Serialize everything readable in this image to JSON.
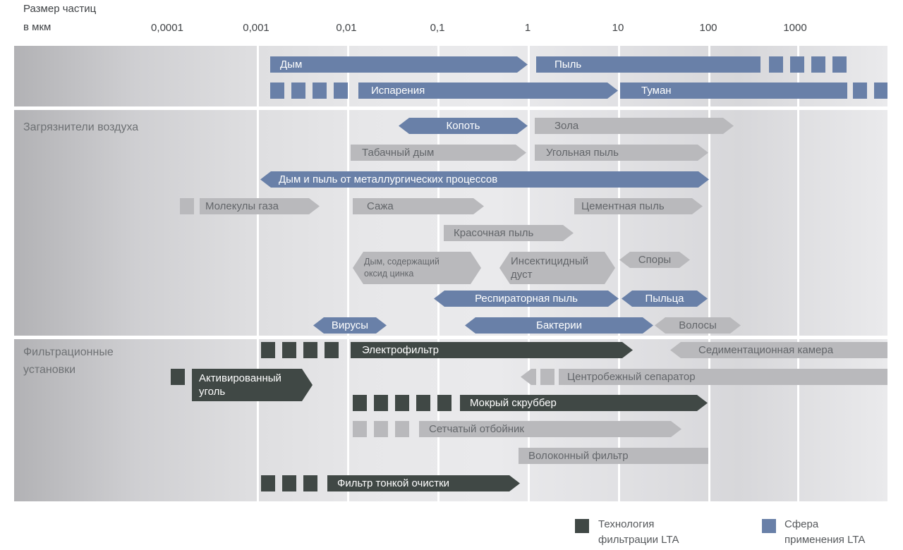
{
  "axis_title_lines": [
    "Размер частиц",
    "в мкм"
  ],
  "legend": {
    "dark": {
      "label": "Технология фильтрации LTA",
      "lines": [
        "Технология",
        "фильтрации LTA"
      ]
    },
    "blue": {
      "label": "Сфера применения LTA",
      "lines": [
        "Сфера",
        "применения LTA"
      ]
    }
  },
  "colors": {
    "lta_application_blue": "#6980a8",
    "lta_technology_dark": "#404845",
    "other_gray": "#b9b9bc",
    "band_gradient_dark": "#b2b2b5",
    "band_gradient_light": "#eaeaec",
    "text_on_gray": "#63666a"
  },
  "chart_data": {
    "type": "bar",
    "subtype": "horizontal log-scale particle-size range chart",
    "unit": "мкм",
    "x_scale": "log10",
    "x_ticks": [
      0.0001,
      0.001,
      0.01,
      0.1,
      1,
      10,
      100,
      1000
    ],
    "x_tick_labels": [
      "0,0001",
      "0,001",
      "0,01",
      "0,1",
      "1",
      "10",
      "100",
      "1000"
    ],
    "legend_position": "bottom-right",
    "groups": [
      {
        "name": "",
        "items": [
          {
            "label": "Дым",
            "style": "blue",
            "solid_um": [
              0.001,
              1
            ]
          },
          {
            "label": "Пыль",
            "style": "blue",
            "solid_um": [
              1,
              400
            ],
            "dashed_um": [
              400,
              3500
            ],
            "dashed": "end"
          },
          {
            "label": "Испарения",
            "style": "blue",
            "dashed_um": [
              0.001,
              0.01
            ],
            "solid_um": [
              0.01,
              10
            ],
            "dashed": "start"
          },
          {
            "label": "Туман",
            "style": "blue",
            "solid_um": [
              10,
              3500
            ],
            "dashed_um": [
              3500,
              10000
            ],
            "dashed": "end"
          }
        ]
      },
      {
        "name": "Загрязнители воздуха",
        "items": [
          {
            "label": "Копоть",
            "style": "blue",
            "solid_um": [
              0.04,
              1
            ]
          },
          {
            "label": "Зола",
            "style": "gray",
            "solid_um": [
              1,
              200
            ]
          },
          {
            "label": "Табачный дым",
            "style": "gray",
            "solid_um": [
              0.01,
              1
            ]
          },
          {
            "label": "Угольная пыль",
            "style": "gray",
            "solid_um": [
              1,
              100
            ]
          },
          {
            "label": "Дым и пыль от металлургических процессов",
            "style": "blue",
            "solid_um": [
              0.001,
              100
            ]
          },
          {
            "label": "Молекулы газа",
            "style": "gray",
            "dashed_um": [
              0.00013,
              0.0002
            ],
            "solid_um": [
              0.0002,
              0.005
            ],
            "dashed": "start"
          },
          {
            "label": "Сажа",
            "style": "gray",
            "solid_um": [
              0.01,
              0.33
            ]
          },
          {
            "label": "Цементная пыль",
            "style": "gray",
            "solid_um": [
              3,
              85
            ]
          },
          {
            "label": "Красочная пыль",
            "style": "gray",
            "solid_um": [
              0.12,
              3.2
            ]
          },
          {
            "label": "Дым, содержащий оксид цинка",
            "label_lines": [
              "Дым, содержащий",
              "оксид цинка"
            ],
            "style": "gray",
            "solid_um": [
              0.012,
              0.3
            ]
          },
          {
            "label": "Инсектицидный дуст",
            "label_lines": [
              "Инсектицидный",
              "дуст"
            ],
            "style": "gray",
            "solid_um": [
              0.5,
              9
            ]
          },
          {
            "label": "Споры",
            "style": "gray",
            "solid_um": [
              10,
              60
            ]
          },
          {
            "label": "Респираторная пыль",
            "style": "blue",
            "solid_um": [
              0.09,
              10
            ]
          },
          {
            "label": "Пыльца",
            "style": "blue",
            "solid_um": [
              11,
              95
            ]
          },
          {
            "label": "Вирусы",
            "style": "blue",
            "solid_um": [
              0.004,
              0.027
            ]
          },
          {
            "label": "Бактерии",
            "style": "blue",
            "solid_um": [
              0.2,
              25
            ]
          },
          {
            "label": "Волосы",
            "style": "gray",
            "solid_um": [
              25,
              230
            ]
          }
        ]
      },
      {
        "name": "Фильтрационные установки",
        "name_lines": [
          "Фильтрационные",
          "установки"
        ],
        "items": [
          {
            "label": "Электрофильтр",
            "style": "dark",
            "dashed_um": [
              0.001,
              0.008
            ],
            "solid_um": [
              0.01,
              15
            ],
            "dashed": "start"
          },
          {
            "label": "Седиментационная камера",
            "style": "gray",
            "solid_um": [
              40,
              10000
            ]
          },
          {
            "label": "Активированный уголь",
            "label_lines": [
              "Активированный",
              "уголь"
            ],
            "style": "dark",
            "dashed_um": [
              0.00012,
              0.00017
            ],
            "solid_um": [
              0.0002,
              0.004
            ],
            "dashed": "start"
          },
          {
            "label": "Центробежный сепаратор",
            "style": "gray",
            "dashed_um": [
              0.8,
              1.5
            ],
            "solid_um": [
              2.2,
              10000
            ],
            "dashed": "start"
          },
          {
            "label": "Мокрый скруббер",
            "style": "dark",
            "dashed_um": [
              0.012,
              0.15
            ],
            "solid_um": [
              0.18,
              100
            ],
            "dashed": "start"
          },
          {
            "label": "Сетчатый отбойник",
            "style": "gray",
            "dashed_um": [
              0.012,
              0.05
            ],
            "solid_um": [
              0.06,
              50
            ],
            "dashed": "start"
          },
          {
            "label": "Волоконный фильтр",
            "style": "gray",
            "solid_um": [
              0.8,
              100
            ]
          },
          {
            "label": "Фильтр тонкой очистки",
            "style": "dark",
            "dashed_um": [
              0.001,
              0.005
            ],
            "solid_um": [
              0.006,
              0.8
            ],
            "dashed": "start"
          }
        ]
      }
    ]
  }
}
